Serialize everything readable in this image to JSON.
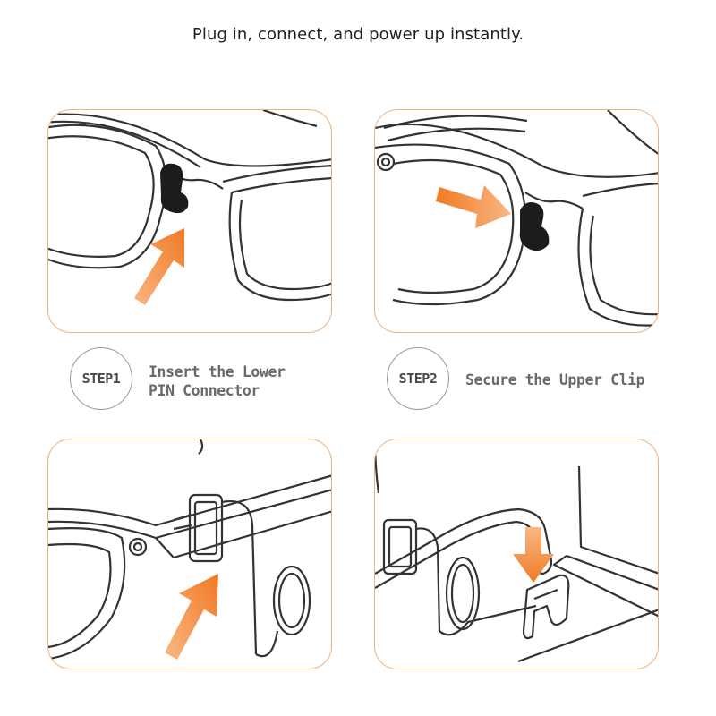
{
  "headline": "Plug in, connect, and power up instantly.",
  "steps": [
    {
      "badge": "STEP1",
      "line1": "Insert the Lower",
      "line2": "PIN Connector"
    },
    {
      "badge": "STEP2",
      "line1": "Secure the Upper Clip",
      "line2": ""
    }
  ],
  "colors": {
    "panel_border": "#f0b07a",
    "arrow_orange": "#f07a25",
    "arrow_light": "#f9b784",
    "line_art": "#333333"
  },
  "icons": [
    "glasses-illustration",
    "arrow-icon",
    "connector-icon",
    "clip-icon"
  ]
}
